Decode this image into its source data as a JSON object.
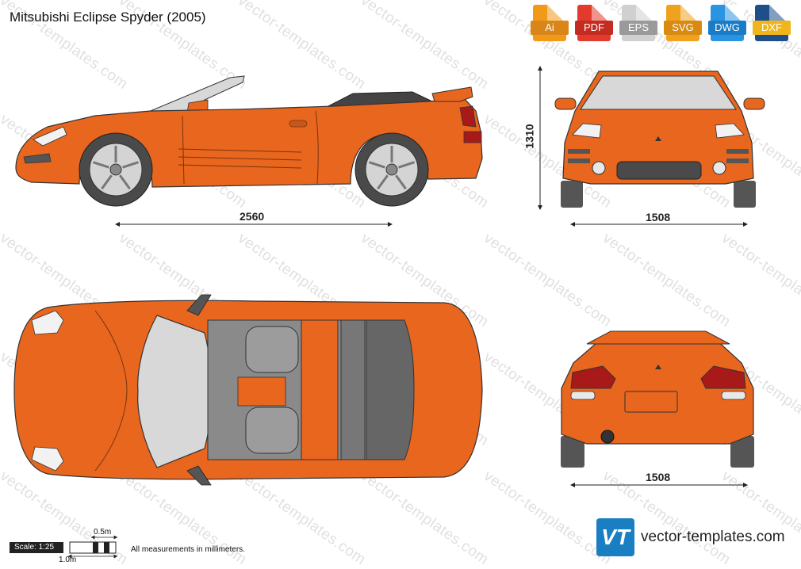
{
  "title": "Mitsubishi Eclipse Spyder (2005)",
  "formats": [
    {
      "label": "Ai",
      "color": "#f19a1a",
      "band": "#d9851a"
    },
    {
      "label": "PDF",
      "color": "#e23b2e",
      "band": "#c42b21"
    },
    {
      "label": "EPS",
      "color": "#d0d0d0",
      "band": "#9a9a9a"
    },
    {
      "label": "SVG",
      "color": "#f0a11e",
      "band": "#d98a12"
    },
    {
      "label": "DWG",
      "color": "#2b94e0",
      "band": "#1a7cc7"
    },
    {
      "label": "DXF",
      "color": "#1f4f8a",
      "band": "#f0b51a"
    }
  ],
  "dimensions": {
    "wheelbase": "2560",
    "height": "1310",
    "front_track": "1508",
    "rear_track": "1508"
  },
  "scale": {
    "label": "Scale: 1:25",
    "half": "0.5m",
    "full": "1.0m"
  },
  "note": "All measurements in millimeters.",
  "watermark": "vector-templates.com",
  "brand": {
    "logo": "VT",
    "site": "vector-templates.com"
  },
  "colors": {
    "body": "#e8661e",
    "body_dark": "#b9501a",
    "tire": "#555555",
    "interior": "#8a8a8a"
  }
}
